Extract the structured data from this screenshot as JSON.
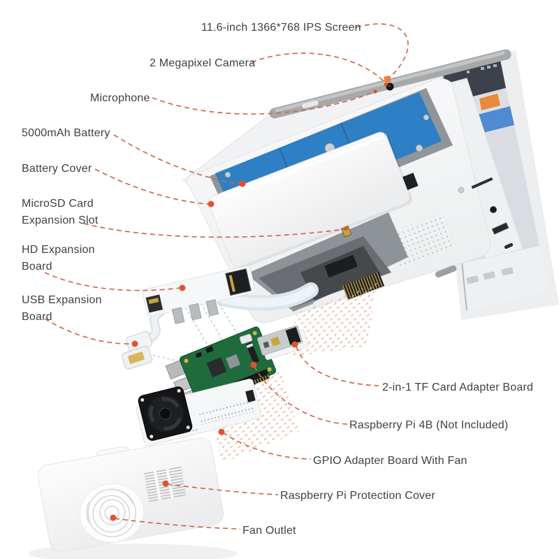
{
  "labels": {
    "screen": {
      "text": "11.6-inch 1366*768 IPS Screen"
    },
    "camera": {
      "text": "2 Megapixel Camera"
    },
    "microphone": {
      "text": "Microphone"
    },
    "battery": {
      "text": "5000mAh Battery"
    },
    "battery_cover": {
      "text": "Battery Cover"
    },
    "microsd": {
      "line1": "MicroSD Card",
      "line2": "Expansion Slot"
    },
    "hd_expansion": {
      "line1": "HD Expansion",
      "line2": "Board"
    },
    "usb_expansion": {
      "line1": "USB Expansion",
      "line2": "Board"
    },
    "tf_adapter": {
      "text": "2-in-1 TF Card Adapter Board"
    },
    "raspberry_pi": {
      "text": "Raspberry Pi 4B (Not Included)"
    },
    "gpio_adapter": {
      "text": "GPIO Adapter Board With Fan"
    },
    "protection_cover": {
      "text": "Raspberry Pi Protection Cover"
    },
    "fan_outlet": {
      "text": "Fan Outlet"
    }
  },
  "colors": {
    "leader": "#cc6b4d",
    "dot": "#e2512e",
    "marker": "#ee7e3b",
    "battery": "#2e7fc4",
    "pi_board": "#1f6b3c",
    "screen_accent": "#e78a3c",
    "screen_blue": "#4e8bd0"
  }
}
